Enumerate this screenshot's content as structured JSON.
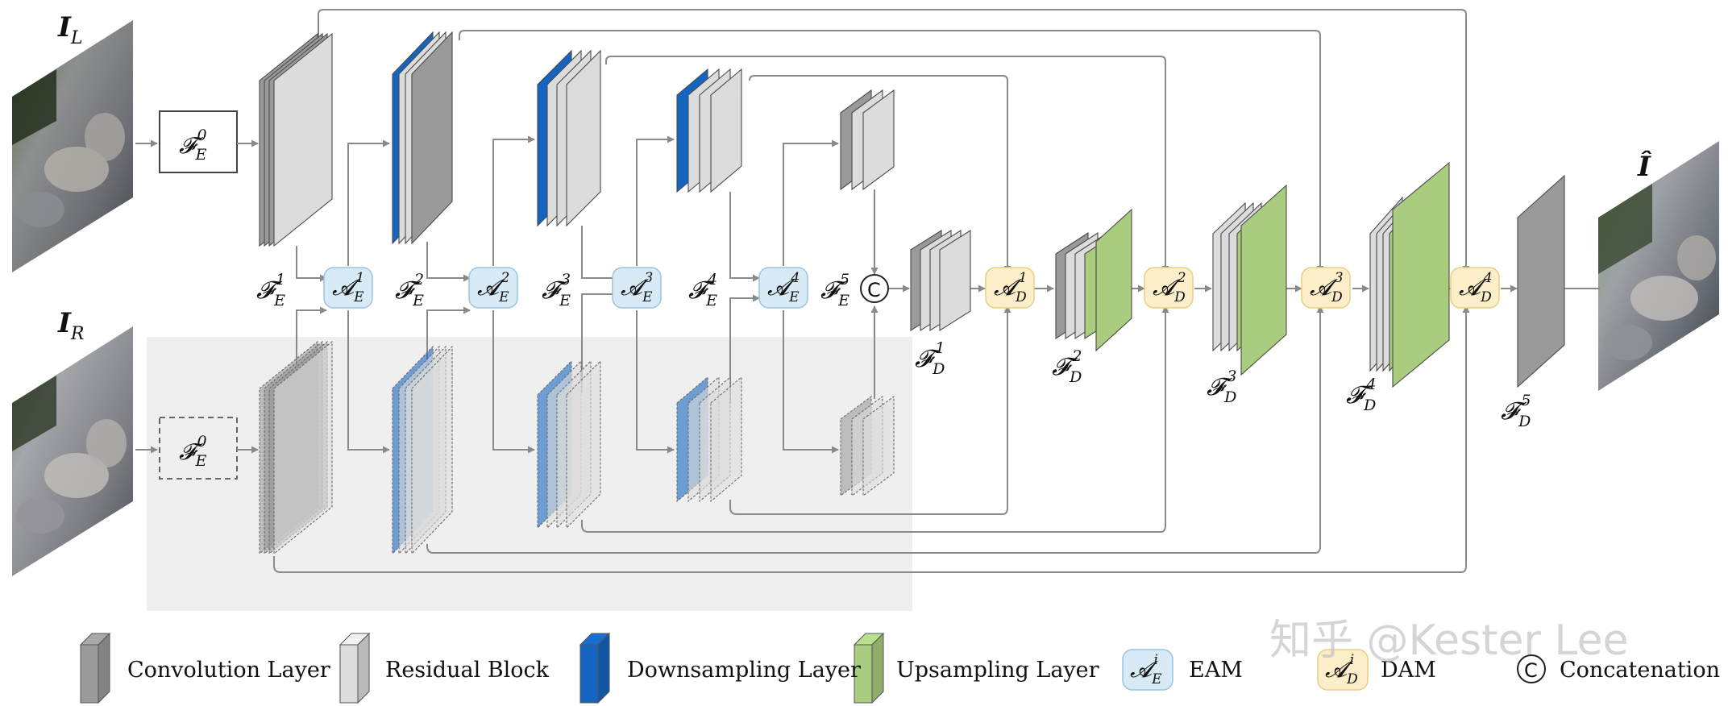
{
  "inputs": {
    "left": "I",
    "left_sub": "L",
    "right": "I",
    "right_sub": "R",
    "output": "Î"
  },
  "features": {
    "fe0_base": "𝓕",
    "fe0_sub": "E",
    "fe0_sup": "0",
    "fe_base": "𝓕",
    "fe_sub": "E",
    "fe_sups": [
      "1",
      "2",
      "3",
      "4",
      "5"
    ],
    "fd_base": "𝓕",
    "fd_sub": "D",
    "fd_sups": [
      "1",
      "2",
      "3",
      "4",
      "5"
    ]
  },
  "modules": {
    "eam_base": "𝓐",
    "eam_sub": "E",
    "eam_sups": [
      "1",
      "2",
      "3",
      "4"
    ],
    "dam_base": "𝓐",
    "dam_sub": "D",
    "dam_sups": [
      "1",
      "2",
      "3",
      "4"
    ],
    "concat_symbol": "C"
  },
  "legend": {
    "items": [
      {
        "label": "Convolution Layer"
      },
      {
        "label": "Residual Block"
      },
      {
        "label": "Downsampling Layer"
      },
      {
        "label": "Upsampling Layer"
      },
      {
        "label": "EAM",
        "sym_base": "𝓐",
        "sym_sub": "E",
        "sym_sup": "i"
      },
      {
        "label": "DAM",
        "sym_base": "𝓐",
        "sym_sub": "D",
        "sym_sup": "i"
      },
      {
        "label": "Concatenation",
        "sym": "C"
      }
    ]
  },
  "watermark": "知乎 @Kester Lee",
  "colors": {
    "conv": "#9a9a9a",
    "residual": "#dcdcdc",
    "downsampling": "#1565c0",
    "upsampling": "#a9cc7e",
    "eam_fill": "#d8eaf6",
    "dam_fill": "#fbeec8",
    "shaded_region": "#efefef",
    "arrow": "#8a8a8a"
  }
}
